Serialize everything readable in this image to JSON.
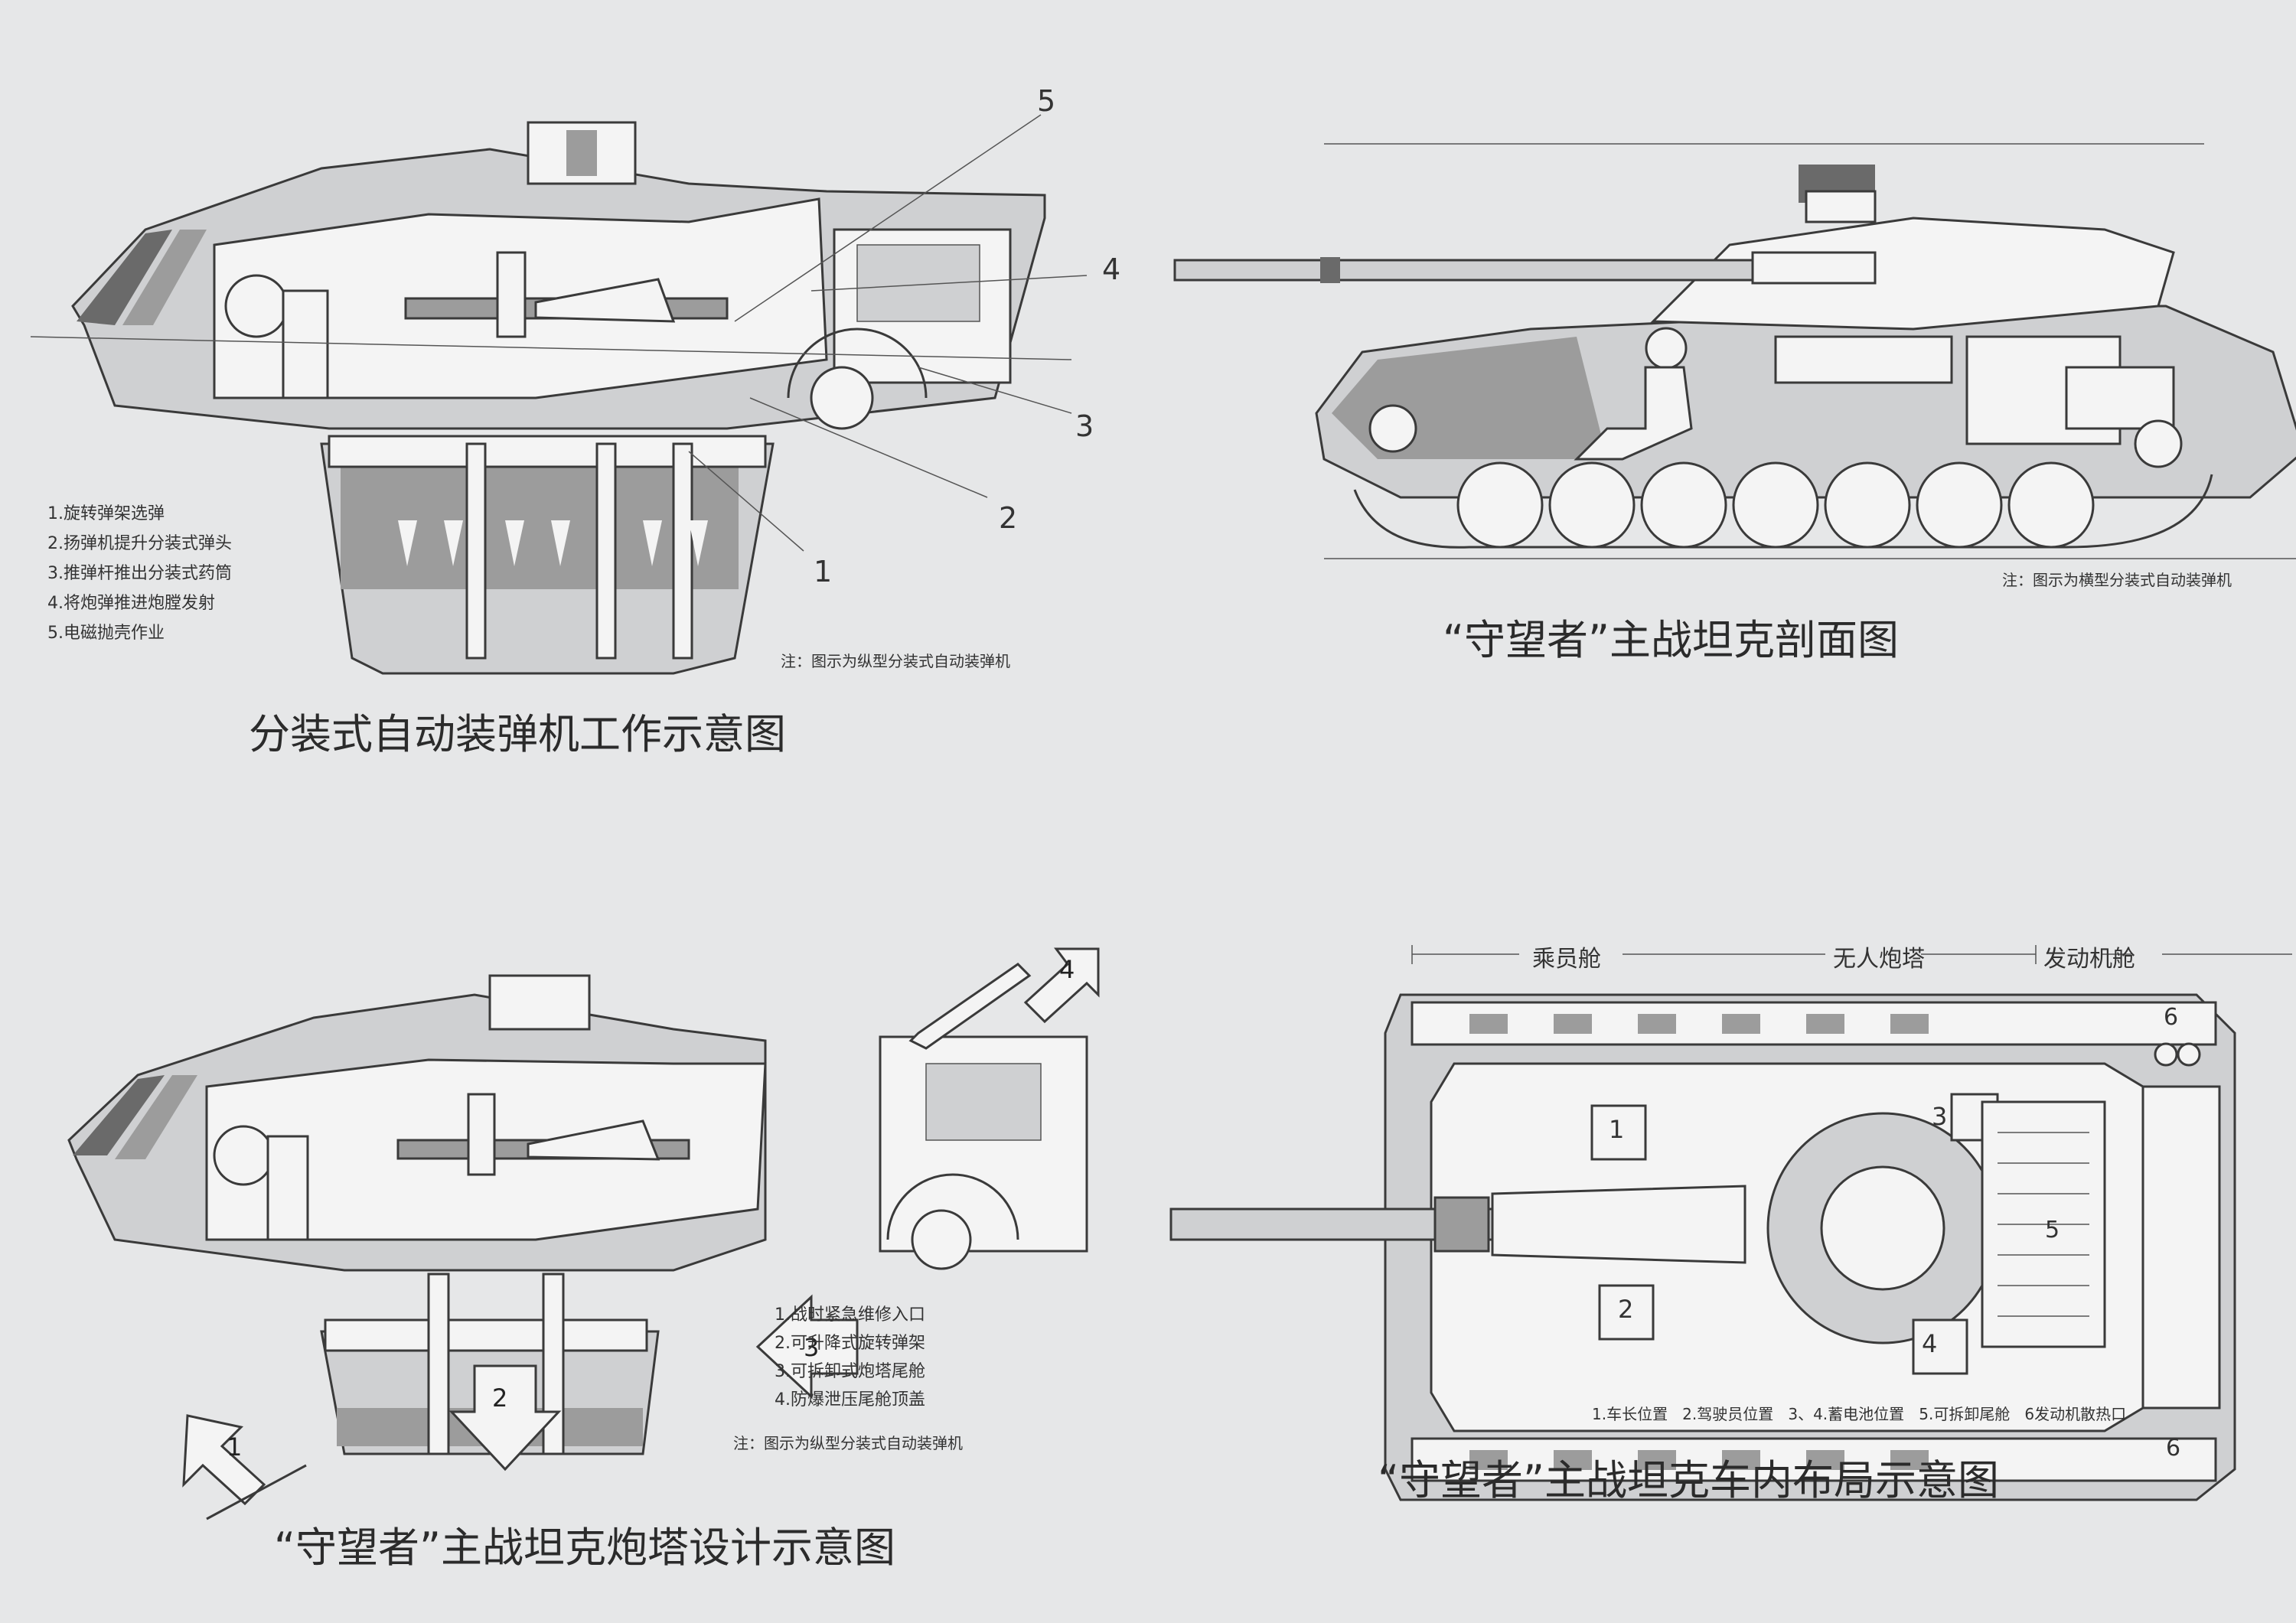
{
  "panels": {
    "autoloader": {
      "title": "分装式自动装弹机工作示意图",
      "steps": [
        "1.旋转弹架选弹",
        "2.扬弹机提升分装式弹头",
        "3.推弹杆推出分装式药筒",
        "4.将炮弹推进炮膛发射",
        "5.电磁抛壳作业"
      ],
      "note": "注：图示为纵型分装式自动装弹机",
      "callouts": [
        "5",
        "4",
        "3",
        "2",
        "1"
      ]
    },
    "cross_section": {
      "title": "“守望者”主战坦克剖面图",
      "note": "注：图示为横型分装式自动装弹机"
    },
    "turret_design": {
      "title": "“守望者”主战坦克炮塔设计示意图",
      "steps": [
        "1.战时紧急维修入口",
        "2.可升降式旋转弹架",
        "3.可拆卸式炮塔尾舱",
        "4.防爆泄压尾舱顶盖"
      ],
      "note": "注：图示为纵型分装式自动装弹机",
      "arrows": [
        "1",
        "2",
        "3",
        "4"
      ]
    },
    "layout": {
      "title": "“守望者”主战坦克车内布局示意图",
      "sections": [
        "乘员舱",
        "无人炮塔",
        "发动机舱"
      ],
      "legend": [
        "1.车长位置",
        "2.驾驶员位置",
        "3、4.蓄电池位置",
        "5.可拆卸尾舱",
        "6发动机散热口"
      ],
      "markers": [
        "1",
        "2",
        "3",
        "4",
        "5",
        "6",
        "6"
      ]
    }
  },
  "colors": {
    "background": "#e6e7e8",
    "ink": "#2b2b2b",
    "shade_dark": "#6a6a6a",
    "shade_mid": "#9c9c9c"
  }
}
